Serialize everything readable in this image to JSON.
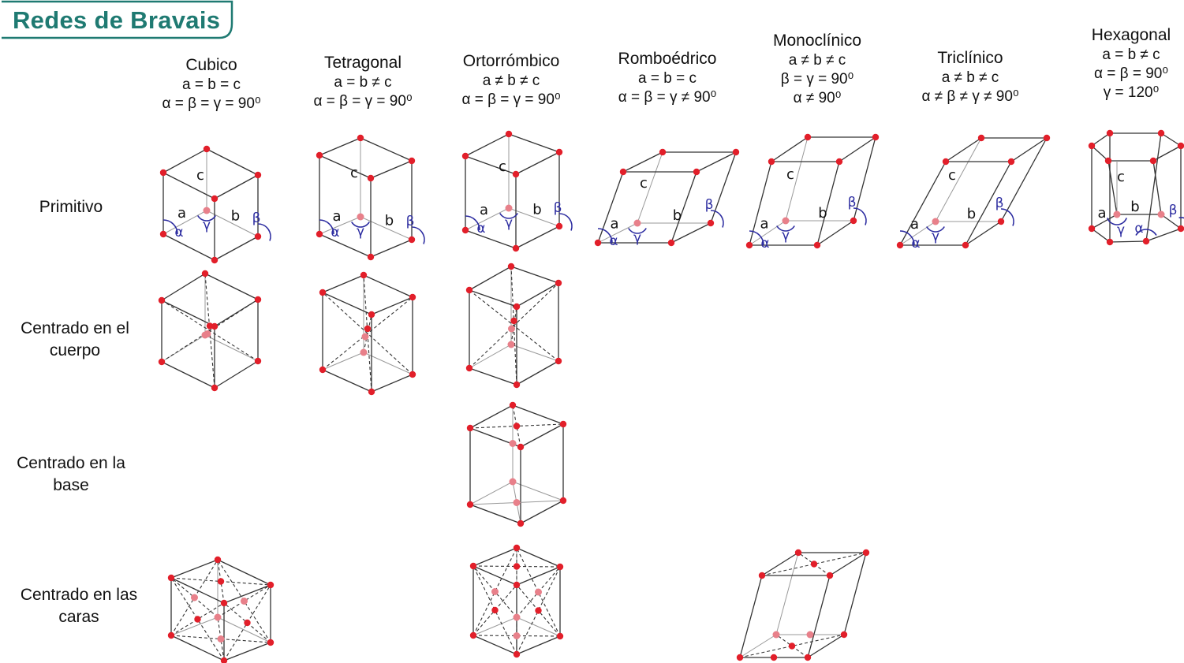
{
  "title": "Redes de Bravais",
  "colors": {
    "accent": "#1f7a72",
    "atom": "#e21f2a",
    "atom_inner": "#e8808a",
    "angle": "#2b2ba0",
    "edge": "#333333"
  },
  "columns": [
    {
      "name": "Cubico",
      "lines": [
        "a = b = c",
        "α = β = γ = 90⁰"
      ]
    },
    {
      "name": "Tetragonal",
      "lines": [
        "a = b ≠ c",
        "α = β = γ = 90⁰"
      ]
    },
    {
      "name": "Ortorrómbico",
      "lines": [
        "a ≠ b ≠ c",
        "α = β = γ = 90⁰"
      ]
    },
    {
      "name": "Romboédrico",
      "lines": [
        "a = b = c",
        "α = β = γ ≠ 90⁰"
      ]
    },
    {
      "name": "Monoclínico",
      "lines": [
        "a ≠ b ≠ c",
        "β = γ = 90⁰",
        "α ≠ 90⁰"
      ]
    },
    {
      "name": "Triclínico",
      "lines": [
        "a ≠ b ≠ c",
        "α ≠ β ≠ γ ≠ 90⁰"
      ]
    },
    {
      "name": "Hexagonal",
      "lines": [
        "a = b ≠ c",
        "α = β = 90⁰",
        "γ = 120⁰"
      ]
    }
  ],
  "rows": [
    {
      "label": "Primitivo"
    },
    {
      "label": "Centrado en el cuerpo"
    },
    {
      "label": "Centrado en la base"
    },
    {
      "label": "Centrado en las caras"
    }
  ],
  "axis_labels": {
    "a": "a",
    "b": "b",
    "c": "c",
    "alpha": "α",
    "beta": "β",
    "gamma": "γ"
  }
}
